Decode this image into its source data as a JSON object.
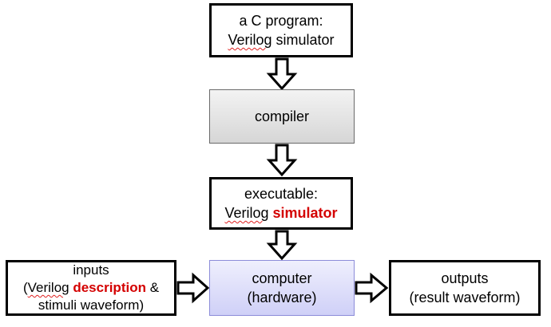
{
  "boxes": {
    "c_program": {
      "line1": "a C program:",
      "line2_word": "Verilog",
      "line2_rest": " simulator"
    },
    "compiler": {
      "label": "compiler"
    },
    "executable": {
      "line1": "executable:",
      "line2_word": "Verilog",
      "line2_highlight": "simulator"
    },
    "computer": {
      "line1": "computer",
      "line2": "(hardware)"
    },
    "inputs": {
      "line1": "inputs",
      "line2_prefix": "(",
      "line2_word": "Verilog",
      "line2_highlight": "description",
      "line2_suffix": " &",
      "line3": "stimuli waveform)"
    },
    "outputs": {
      "line1": "outputs",
      "line2": "(result waveform)"
    }
  },
  "colors": {
    "highlight": "#d40000",
    "spellcheck_underline": "#e02020",
    "compiler_fill": "#d6d6d6",
    "computer_fill": "#cfd0f7",
    "computer_border": "#8c8cd9"
  }
}
